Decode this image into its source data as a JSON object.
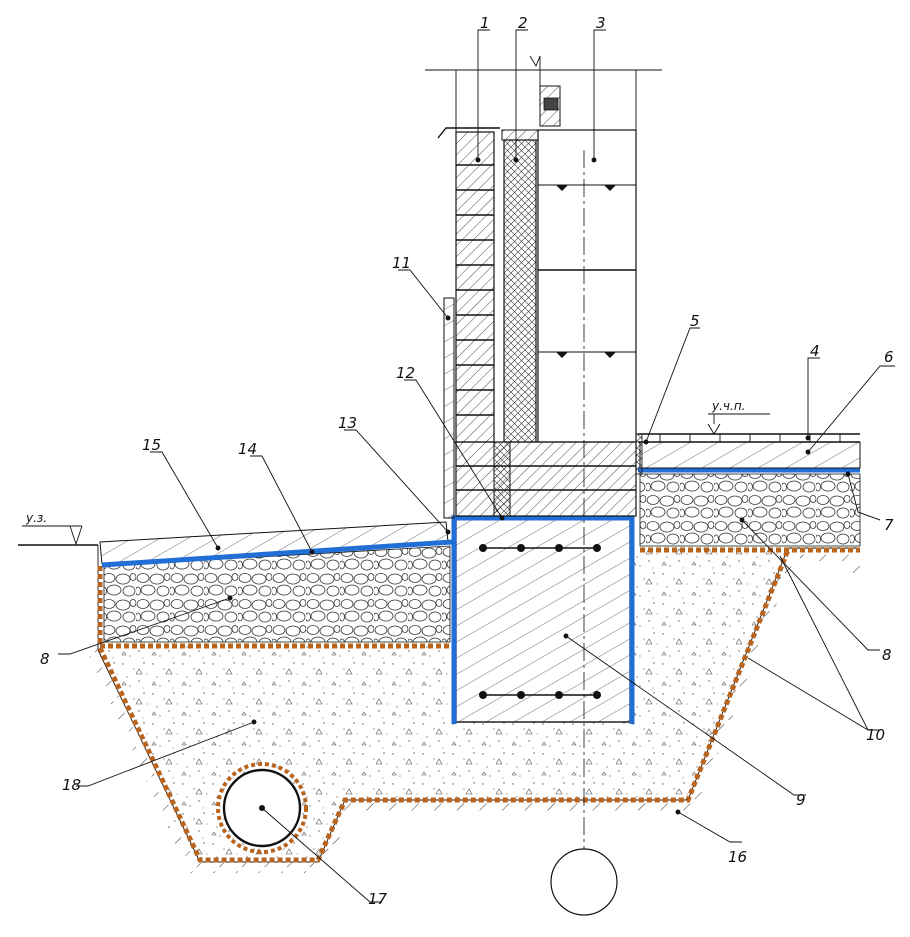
{
  "callouts": [
    {
      "id": "1",
      "text": "1"
    },
    {
      "id": "2",
      "text": "2"
    },
    {
      "id": "3",
      "text": "3"
    },
    {
      "id": "4",
      "text": "4"
    },
    {
      "id": "5",
      "text": "5"
    },
    {
      "id": "6",
      "text": "6"
    },
    {
      "id": "7",
      "text": "7"
    },
    {
      "id": "8a",
      "text": "8"
    },
    {
      "id": "8b",
      "text": "8"
    },
    {
      "id": "9",
      "text": "9"
    },
    {
      "id": "10",
      "text": "10"
    },
    {
      "id": "11",
      "text": "11"
    },
    {
      "id": "12",
      "text": "12"
    },
    {
      "id": "13",
      "text": "13"
    },
    {
      "id": "14",
      "text": "14"
    },
    {
      "id": "15",
      "text": "15"
    },
    {
      "id": "16",
      "text": "16"
    },
    {
      "id": "17",
      "text": "17"
    },
    {
      "id": "18",
      "text": "18"
    }
  ],
  "levels": {
    "ground": "у.з.",
    "floor": "у.ч.п."
  },
  "colors": {
    "waterproofing": "#1f6fd6",
    "geotextile": "#b8631e",
    "line": "#111111"
  }
}
